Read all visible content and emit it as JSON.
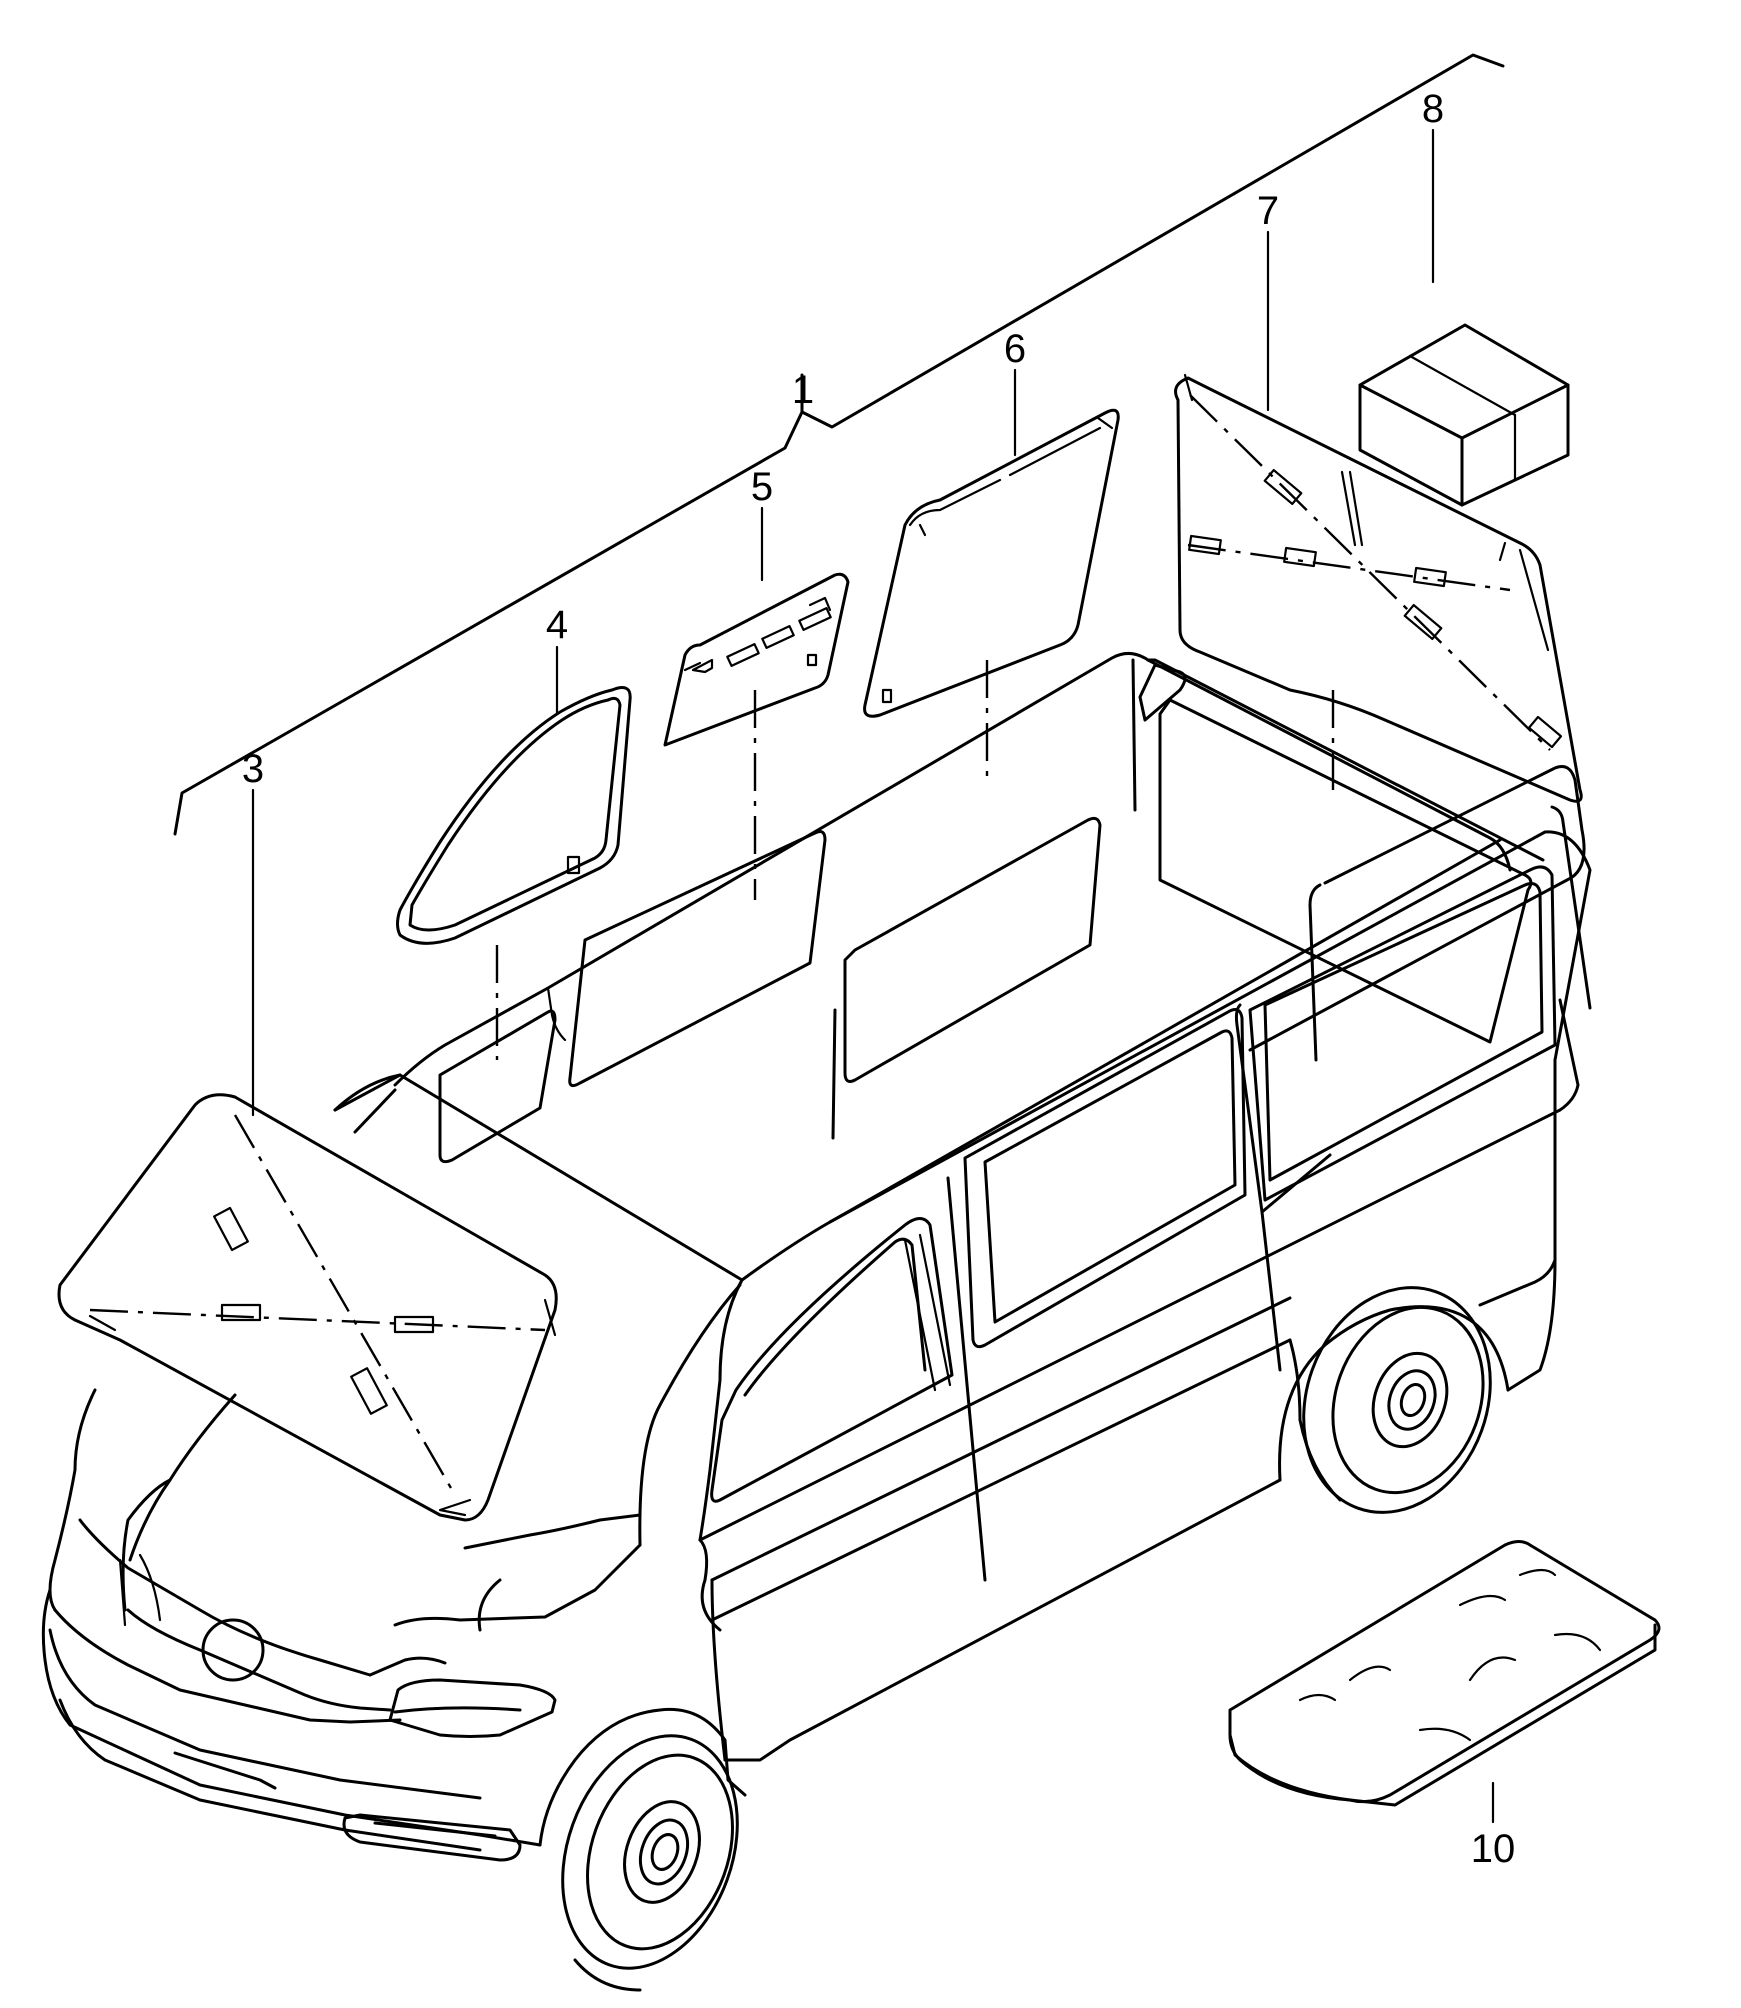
{
  "callouts": {
    "c1": "1",
    "c3": "3",
    "c4": "4",
    "c5": "5",
    "c6": "6",
    "c7": "7",
    "c8": "8",
    "c10": "10"
  }
}
